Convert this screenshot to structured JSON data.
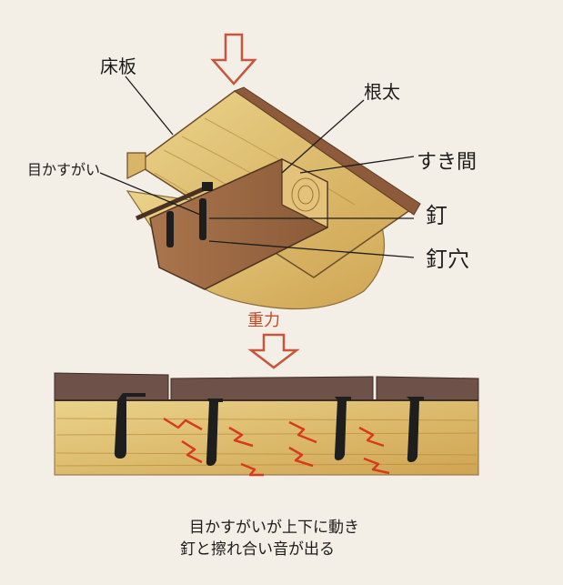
{
  "labels": {
    "floorboard": "床板",
    "joist": "根太",
    "gap": "すき間",
    "tongue": "目かすがい",
    "nail": "釘",
    "nail_hole": "釘穴",
    "gravity": "重力"
  },
  "caption": {
    "line1": "目かすがいが上下に動き",
    "line2": "釘と擦れ合い音が出る"
  },
  "colors": {
    "wood_light": "#e3c775",
    "wood_mid": "#d2a856",
    "joist": "#9c6842",
    "board_dark": "#6e5148",
    "nail": "#1e1e1e",
    "arrow": "#c8553c",
    "spark": "#d83a1e",
    "gravity_text": "#c24a2a"
  }
}
